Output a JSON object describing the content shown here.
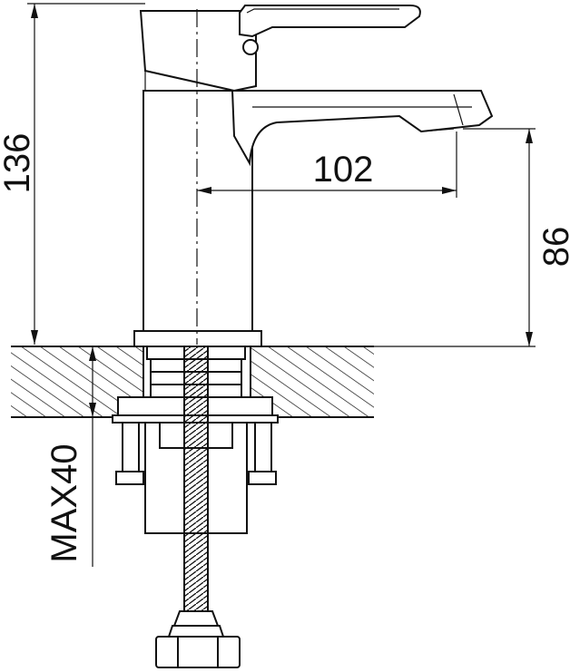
{
  "dimensions": {
    "height_total": "136",
    "spout_reach": "102",
    "spout_height": "86",
    "max_counter_thickness": "MAX40"
  }
}
